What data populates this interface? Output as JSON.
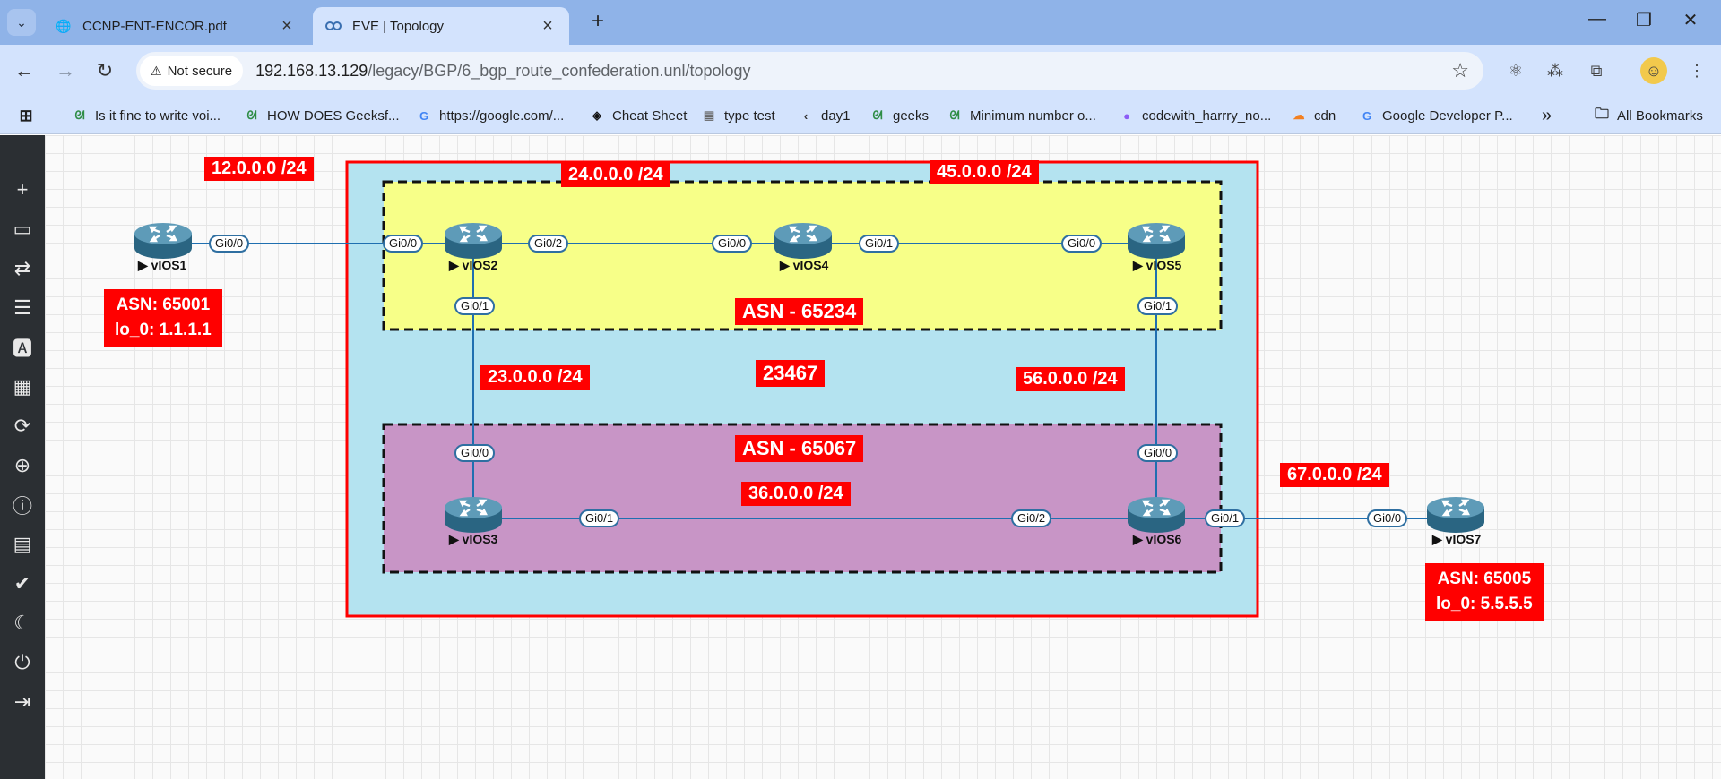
{
  "browser": {
    "tabs": [
      {
        "title": "CCNP-ENT-ENCOR.pdf",
        "active": false
      },
      {
        "title": "EVE | Topology",
        "active": true
      }
    ],
    "security_label": "Not secure",
    "url_host": "192.168.13.129",
    "url_path": "/legacy/BGP/6_bgp_route_confederation.unl/topology",
    "bookmarks": [
      {
        "label": "Is it fine to write voi...",
        "icon": "gfg-icon"
      },
      {
        "label": "HOW DOES Geeksf...",
        "icon": "gfg-icon"
      },
      {
        "label": "https://google.com/...",
        "icon": "google-icon"
      },
      {
        "label": "Cheat Sheet",
        "icon": "cheatsheet-icon"
      },
      {
        "label": "type test",
        "icon": "page-icon"
      },
      {
        "label": "day1",
        "icon": "bookmark-icon"
      },
      {
        "label": "geeks",
        "icon": "gfg-icon"
      },
      {
        "label": "Minimum number o...",
        "icon": "gfg-icon"
      },
      {
        "label": "codewith_harrry_no...",
        "icon": "avatar-icon"
      },
      {
        "label": "cdn",
        "icon": "cloud-icon"
      },
      {
        "label": "Google Developer P...",
        "icon": "google-icon"
      }
    ],
    "all_bookmarks": "All Bookmarks"
  },
  "sidebar_icons": [
    "add-icon",
    "nodes-icon",
    "networks-icon",
    "list-icon",
    "text-icon",
    "apps-icon",
    "refresh-icon",
    "zoom-icon",
    "info-icon",
    "log-icon",
    "status-icon",
    "dark-mode-icon",
    "power-icon",
    "logout-icon"
  ],
  "topology": {
    "confed_asn": "23467",
    "sub_as_top": "ASN - 65234",
    "sub_as_bottom": "ASN - 65067",
    "colors": {
      "outer_fill": "#b4e3f0",
      "outer_border": "#ff0000",
      "top_fill": "#f7ff88",
      "bottom_fill": "#c895c6",
      "link": "#1f6fb0",
      "label_bg": "#ff0000"
    },
    "routers": {
      "r1": "vIOS1",
      "r2": "vIOS2",
      "r3": "vIOS3",
      "r4": "vIOS4",
      "r5": "vIOS5",
      "r6": "vIOS6",
      "r7": "vIOS7"
    },
    "networks": {
      "n12": "12.0.0.0 /24",
      "n24": "24.0.0.0 /24",
      "n45": "45.0.0.0 /24",
      "n23": "23.0.0.0 /24",
      "n56": "56.0.0.0 /24",
      "n36": "36.0.0.0 /24",
      "n67": "67.0.0.0 /24"
    },
    "info": {
      "r1_asn": "ASN: 65001",
      "r1_lo": "lo_0: 1.1.1.1",
      "r7_asn": "ASN: 65005",
      "r7_lo": "lo_0: 5.5.5.5"
    },
    "ports": {
      "r1_g00": "Gi0/0",
      "r2_g00": "Gi0/0",
      "r2_g02": "Gi0/2",
      "r4_g00": "Gi0/0",
      "r4_g01": "Gi0/1",
      "r5_g00": "Gi0/0",
      "r2_g01": "Gi0/1",
      "r5_g01": "Gi0/1",
      "r3_g00": "Gi0/0",
      "r6_g00": "Gi0/0",
      "r3_g01": "Gi0/1",
      "r6_g02": "Gi0/2",
      "r6_g01": "Gi0/1",
      "r7_g00": "Gi0/0"
    }
  }
}
